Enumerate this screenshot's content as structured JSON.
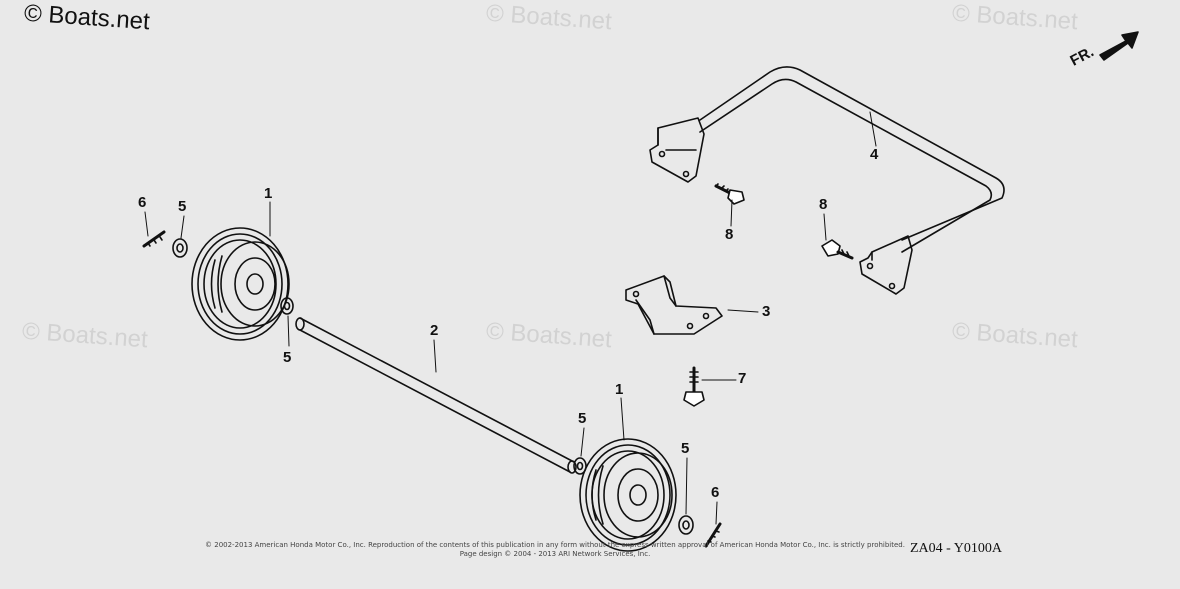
{
  "brand": "© Boats.net",
  "watermark": "© Boats.net",
  "direction_label": "FR.",
  "diagram_code": "ZA04 - Y0100A",
  "copyright_line1": "© 2002-2013 American Honda Motor Co., Inc. Reproduction of the contents of this publication in any form without the express written approval of American Honda Motor Co., Inc. is strictly prohibited.",
  "copyright_line2": "Page design © 2004 - 2013 ARI Network Services, Inc.",
  "callouts": {
    "wheel_left": "1",
    "wheel_right": "1",
    "axle": "2",
    "bracket": "3",
    "handle": "4",
    "washer_left_outer": "5",
    "washer_left_inner": "5",
    "washer_right_inner": "5",
    "washer_right_outer": "5",
    "pin_left": "6",
    "pin_right": "6",
    "bolt_bracket": "7",
    "bolt_handle_left": "8",
    "bolt_handle_right": "8"
  }
}
